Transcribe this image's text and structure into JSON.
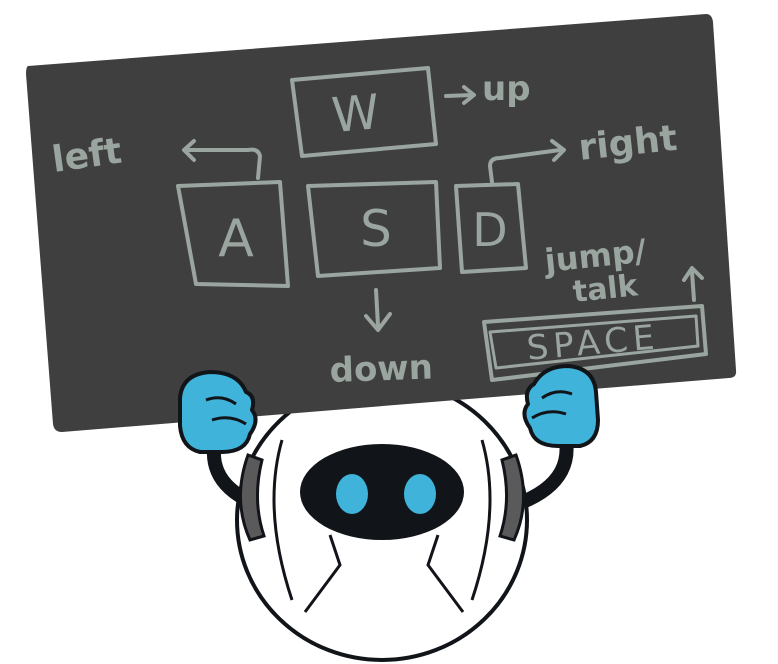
{
  "colors": {
    "board": "#3f3f3f",
    "chalk": "#9aa5a0",
    "robot_blue": "#3fb3d9",
    "robot_dark": "#111418",
    "robot_body": "#ffffff"
  },
  "controls": {
    "keys": {
      "w": "W",
      "a": "A",
      "s": "S",
      "d": "D",
      "space": "SPACE"
    },
    "labels": {
      "up": "up",
      "left": "left",
      "right": "right",
      "down": "down",
      "jump_line1": "jump/",
      "jump_line2": "talk"
    }
  },
  "icons": {
    "arrow_up": "arrow-right-icon",
    "arrow_left": "arrow-up-left-icon",
    "arrow_right": "arrow-up-right-icon",
    "arrow_down": "arrow-down-icon",
    "arrow_jump": "arrow-up-icon"
  }
}
